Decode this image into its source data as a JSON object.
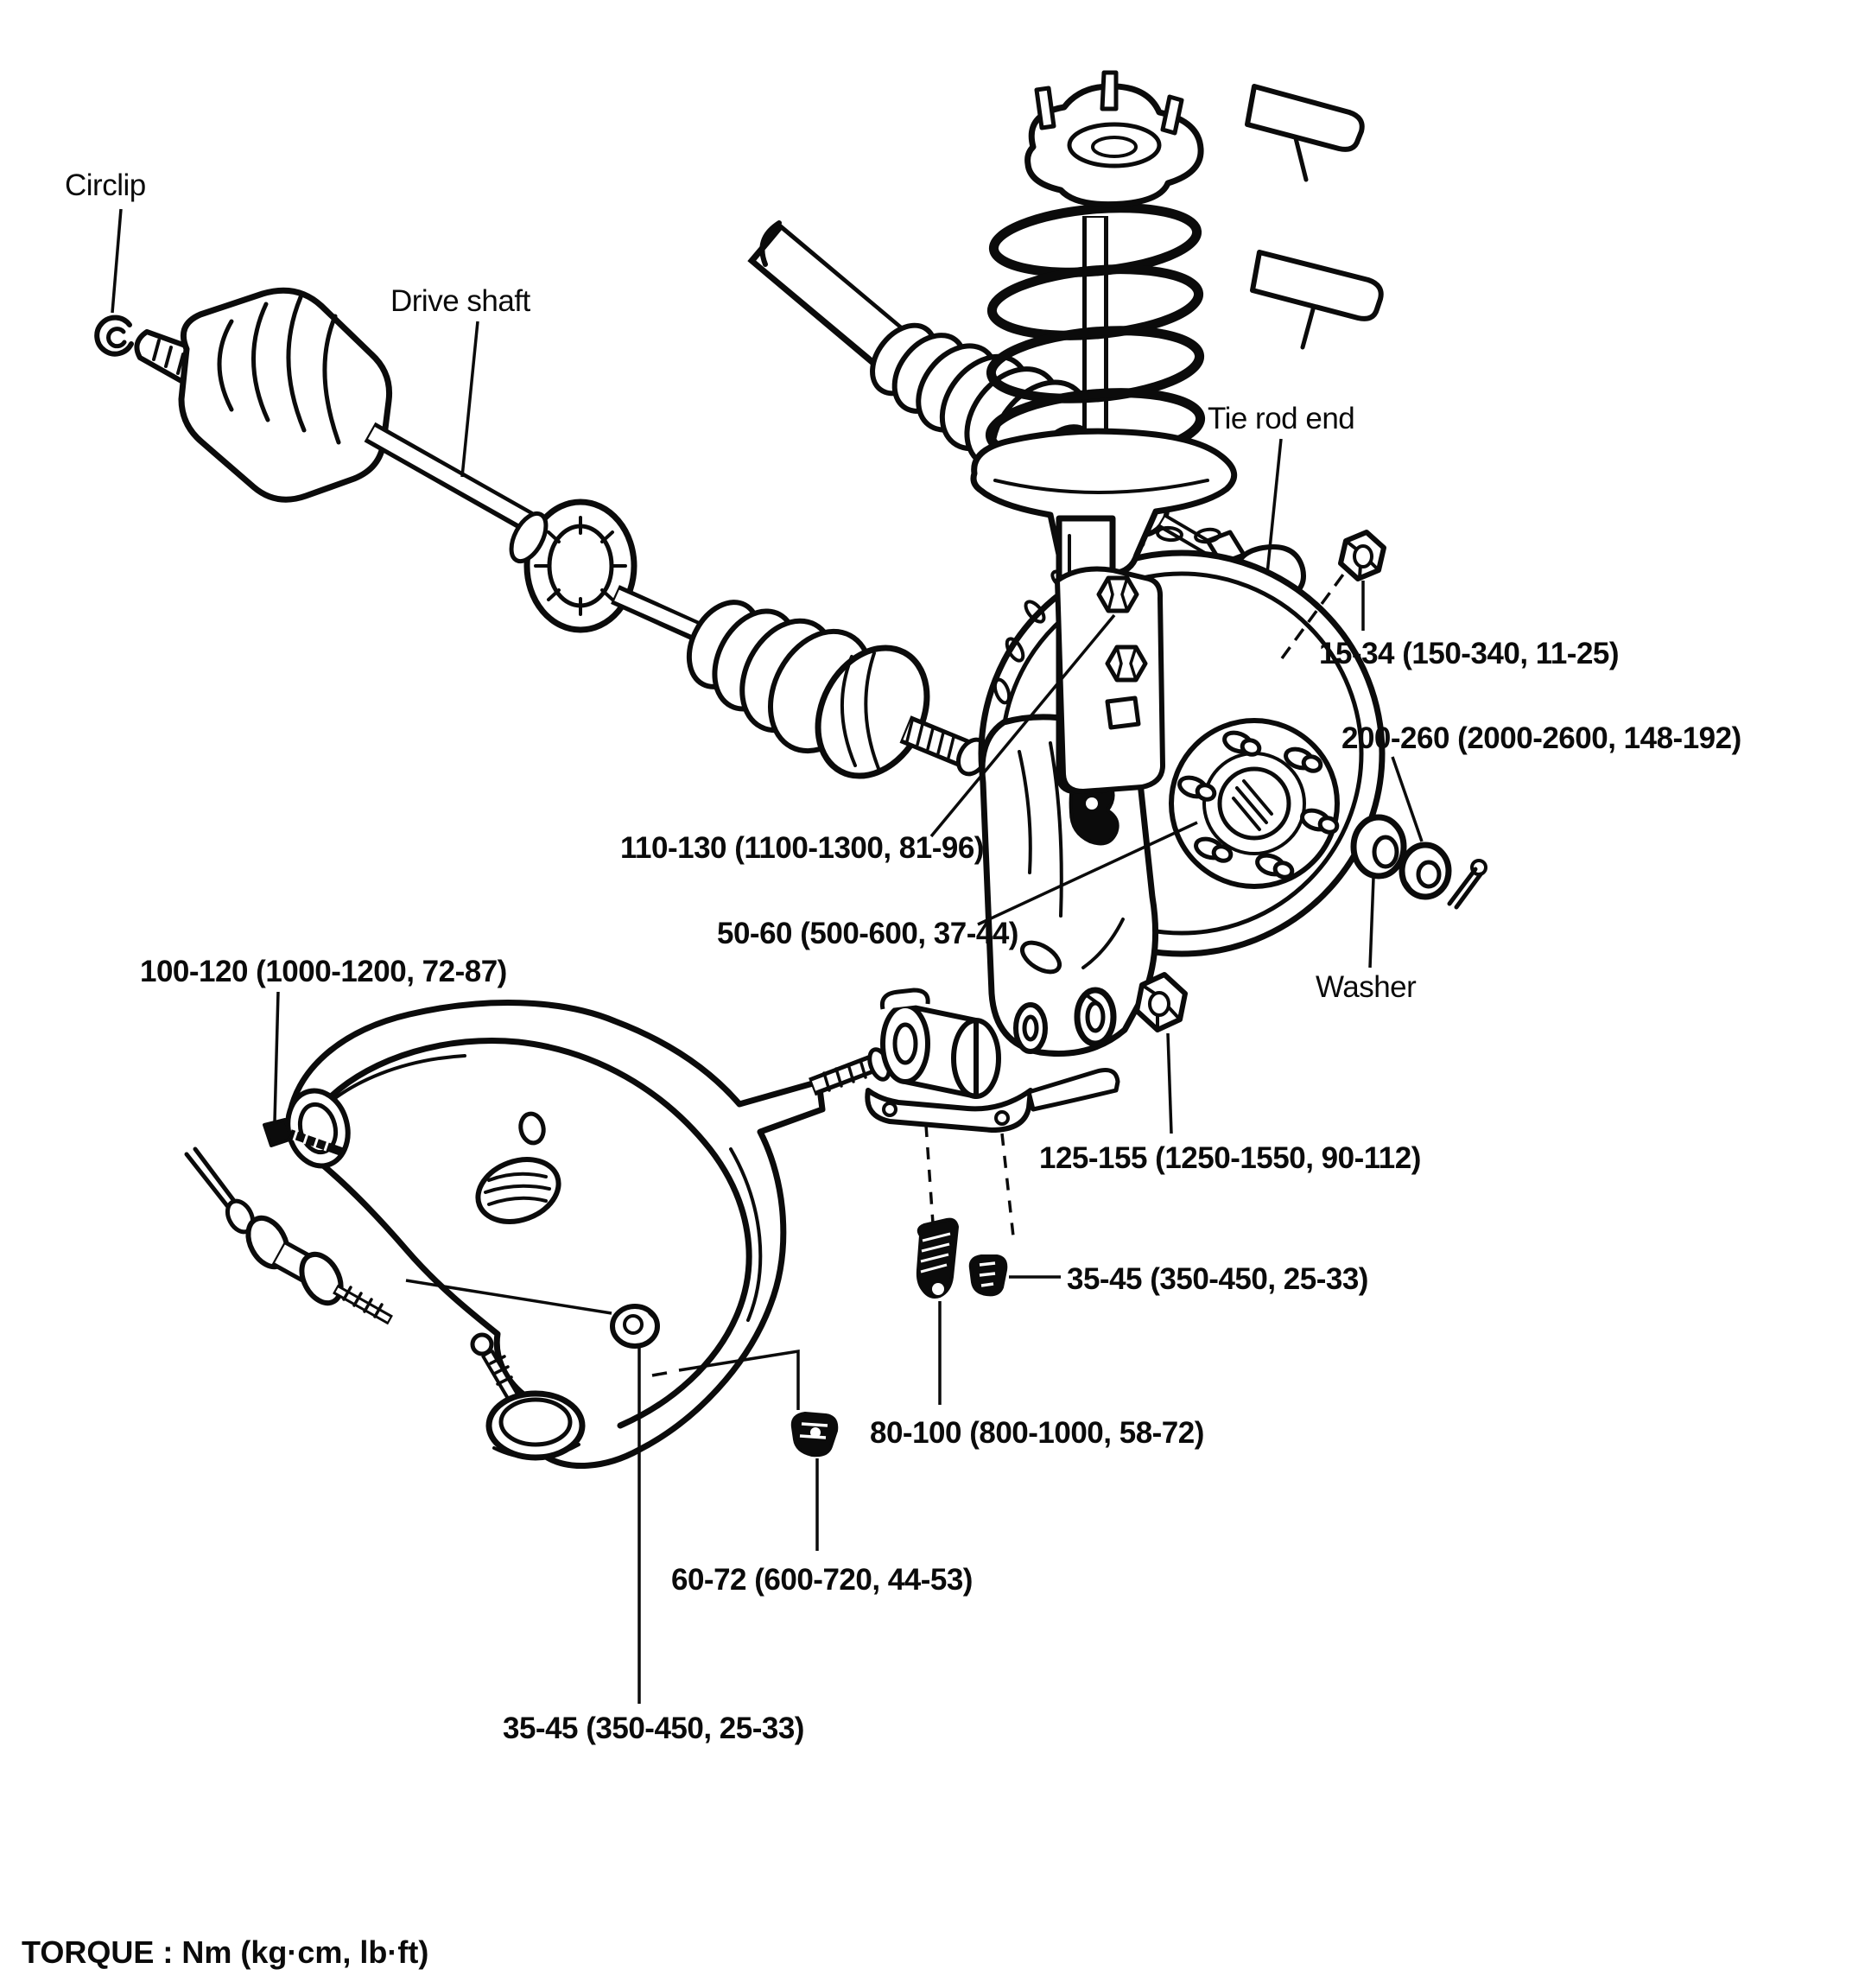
{
  "labels": {
    "circlip": "Circlip",
    "drive_shaft": "Drive shaft",
    "tie_rod_end": "Tie rod end",
    "washer": "Washer",
    "torque_tie_rod_nut": "15-34 (150-340, 11-25)",
    "torque_hub_nut": "200-260 (2000-2600, 148-192)",
    "torque_strut_knuckle": "110-130 (1100-1300, 81-96)",
    "torque_caliper": "50-60 (500-600, 37-44)",
    "torque_stab_link_bolt": "100-120 (1000-1200, 72-87)",
    "torque_arm_rear_nut": "125-155 (1250-1550, 90-112)",
    "torque_clamp_nut": "35-45 (350-450, 25-33)",
    "torque_clamp_bolt": "80-100 (800-1000, 58-72)",
    "torque_balljoint_nut": "60-72 (600-720, 44-53)",
    "torque_arm_ball_nut": "35-45 (350-450, 25-33)",
    "footer": "TORQUE : Nm (kg·cm, lb·ft)"
  },
  "colors": {
    "ink": "#0b0b0b",
    "paper": "#ffffff"
  }
}
